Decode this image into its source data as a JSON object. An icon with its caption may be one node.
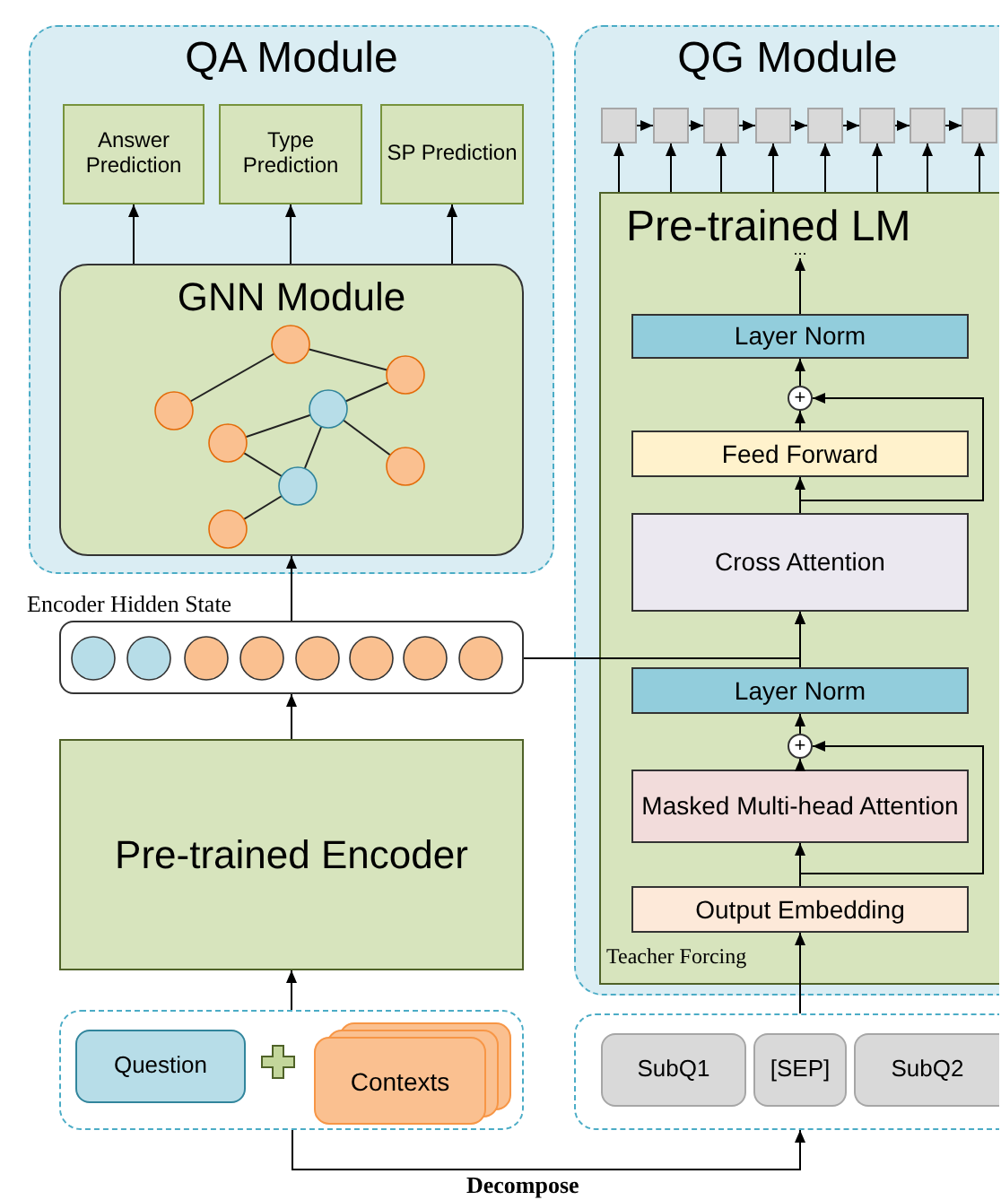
{
  "diagram": {
    "nodes": [
      {
        "text": [
          "QA Module"
        ]
      },
      {
        "text": [
          "Answer Prediction"
        ],
        "in": 0
      },
      {
        "text": [
          "Type Prediction"
        ],
        "in": 0
      },
      {
        "text": [
          "SP Prediction"
        ],
        "in": 0
      },
      {
        "text": [
          "GNN Module"
        ],
        "in": 0
      },
      {
        "text": [
          "Encoder Hidden State"
        ]
      },
      {
        "text": [
          "Pre-trained Encoder"
        ]
      },
      {
        "text": [],
        "shape": "box"
      },
      {
        "text": [
          "Question"
        ],
        "in": 7
      },
      {
        "text": [
          "Contexts"
        ],
        "in": 7
      },
      {
        "text": [
          "QG Module"
        ]
      },
      {
        "text": [],
        "shape": "box",
        "in": 10
      },
      {
        "text": [],
        "shape": "box",
        "in": 10
      },
      {
        "text": [],
        "shape": "box",
        "in": 10
      },
      {
        "text": [],
        "shape": "box",
        "in": 10
      },
      {
        "text": [],
        "shape": "box",
        "in": 10
      },
      {
        "text": [],
        "shape": "box",
        "in": 10
      },
      {
        "text": [],
        "shape": "box",
        "in": 10
      },
      {
        "text": [],
        "shape": "box",
        "in": 10
      },
      {
        "text": [
          "Pre-trained LM"
        ],
        "in": 10
      },
      {
        "text": [
          "Layer Norm"
        ],
        "in": 19
      },
      {
        "text": [
          "+"
        ],
        "in": 19
      },
      {
        "text": [
          "Feed Forward"
        ],
        "in": 19
      },
      {
        "text": [
          "Cross Attention"
        ],
        "in": 19
      },
      {
        "text": [
          "Layer Norm"
        ],
        "in": 19
      },
      {
        "text": [
          "+"
        ],
        "in": 19
      },
      {
        "text": [
          "Masked Multi-head Attention"
        ],
        "in": 19
      },
      {
        "text": [
          "Output Embedding"
        ],
        "in": 19
      },
      {
        "text": [],
        "shape": "box"
      },
      {
        "text": [
          "SubQ1"
        ],
        "in": 28
      },
      {
        "text": [
          "[SEP]"
        ],
        "in": 28
      },
      {
        "text": [
          "SubQ2"
        ],
        "in": 28
      },
      {
        "text": [
          "..."
        ],
        "in": 19
      }
    ],
    "edges": [
      {
        "from": 4,
        "to": 1,
        "arrow": "to"
      },
      {
        "from": 4,
        "to": 2,
        "arrow": "to"
      },
      {
        "from": 4,
        "to": 3,
        "arrow": "to"
      },
      {
        "from": 5,
        "to": 4,
        "arrow": "to"
      },
      {
        "from": 6,
        "to": 5,
        "arrow": "to"
      },
      {
        "from": 7,
        "to": 6,
        "arrow": "to"
      },
      {
        "from": 7,
        "to": 28,
        "arrow": "to",
        "label": "Decompose"
      },
      {
        "from": 28,
        "to": 27,
        "arrow": "to"
      },
      {
        "from": 27,
        "to": 26,
        "arrow": "to"
      },
      {
        "from": 27,
        "to": 25,
        "arrow": "to"
      },
      {
        "from": 26,
        "to": 25,
        "arrow": "to"
      },
      {
        "from": 25,
        "to": 24,
        "arrow": "to"
      },
      {
        "from": 24,
        "to": 23,
        "arrow": "to"
      },
      {
        "from": 5,
        "to": 23,
        "arrow": "to"
      },
      {
        "from": 23,
        "to": 22,
        "arrow": "to"
      },
      {
        "from": 23,
        "to": 21,
        "arrow": "to"
      },
      {
        "from": 22,
        "to": 21,
        "arrow": "to"
      },
      {
        "from": 21,
        "to": 20,
        "arrow": "to"
      },
      {
        "from": 20,
        "to": 32,
        "arrow": "to"
      },
      {
        "from": 19,
        "to": 11,
        "arrow": "to"
      },
      {
        "from": 19,
        "to": 12,
        "arrow": "to"
      },
      {
        "from": 19,
        "to": 13,
        "arrow": "to"
      },
      {
        "from": 19,
        "to": 14,
        "arrow": "to"
      },
      {
        "from": 19,
        "to": 15,
        "arrow": "to"
      },
      {
        "from": 19,
        "to": 16,
        "arrow": "to"
      },
      {
        "from": 19,
        "to": 17,
        "arrow": "to"
      },
      {
        "from": 19,
        "to": 18,
        "arrow": "to"
      },
      {
        "from": 11,
        "to": 12,
        "arrow": "to"
      },
      {
        "from": 12,
        "to": 13,
        "arrow": "to"
      },
      {
        "from": 13,
        "to": 14,
        "arrow": "to"
      },
      {
        "from": 14,
        "to": 15,
        "arrow": "to"
      },
      {
        "from": 15,
        "to": 16,
        "arrow": "to"
      },
      {
        "from": 16,
        "to": 17,
        "arrow": "to"
      },
      {
        "from": 17,
        "to": 18,
        "arrow": "to"
      }
    ],
    "labels": [
      "Teacher Forcing"
    ]
  }
}
